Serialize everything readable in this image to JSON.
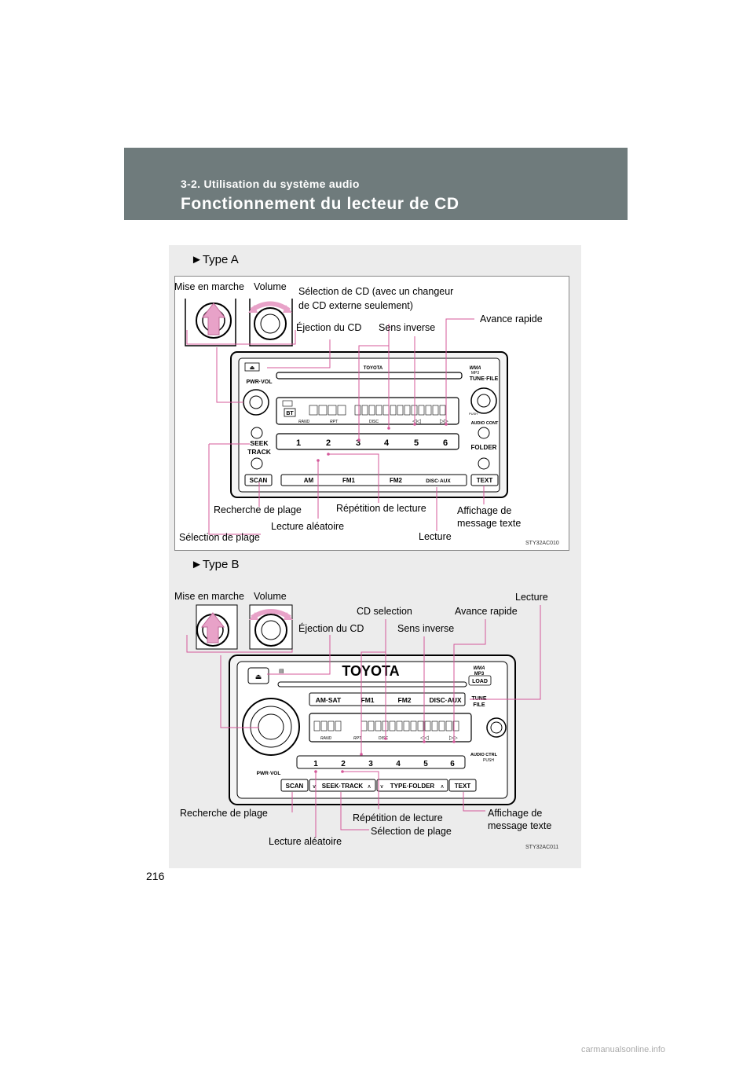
{
  "header": {
    "section": "3-2. Utilisation du système audio",
    "title": "Fonctionnement du lecteur de CD"
  },
  "page_number": "216",
  "footer_site": "carmanualsonline.info",
  "type_a": {
    "label": "►Type A",
    "code": "STY32AC010",
    "labels": {
      "power": "Mise en marche",
      "volume": "Volume",
      "cd_select_1": "Sélection de CD (avec un changeur",
      "cd_select_2": "de CD externe seulement)",
      "eject": "Éjection du CD",
      "reverse": "Sens inverse",
      "fast_forward": "Avance rapide",
      "track_search": "Recherche de plage",
      "repeat": "Répétition de lecture",
      "text_display_1": "Affichage de",
      "text_display_2": "message texte",
      "random": "Lecture aléatoire",
      "track_select": "Sélection de plage",
      "play": "Lecture"
    },
    "unit": {
      "brand": "TOYOTA",
      "wma": "WMA",
      "mp3": "MP3",
      "pwr_vol": "PWR·VOL",
      "tune_file": "TUNE·FILE",
      "seek": "SEEK",
      "track": "TRACK",
      "audio_cont": "AUDIO CONT",
      "push": "PUSH",
      "folder": "FOLDER",
      "presets": [
        "1",
        "2",
        "3",
        "4",
        "5",
        "6"
      ],
      "scan": "SCAN",
      "am": "AM",
      "fm1": "FM1",
      "fm2": "FM2",
      "disc_aux": "DISC·AUX",
      "text": "TEXT",
      "rand": "RAND",
      "rpt": "RPT",
      "disc": "DISC"
    }
  },
  "type_b": {
    "label": "►Type B",
    "code": "STY32AC011",
    "labels": {
      "power": "Mise en marche",
      "volume": "Volume",
      "play": "Lecture",
      "cd_selection": "CD selection",
      "fast_forward": "Avance rapide",
      "eject": "Éjection du CD",
      "reverse": "Sens inverse",
      "track_search": "Recherche de plage",
      "repeat": "Répétition de lecture",
      "text_display_1": "Affichage de",
      "text_display_2": "message texte",
      "track_select": "Sélection de plage",
      "random": "Lecture aléatoire"
    },
    "unit": {
      "brand": "TOYOTA",
      "wma": "WMA",
      "mp3": "MP3",
      "load": "LOAD",
      "am_sat": "AM·SAT",
      "fm1": "FM1",
      "fm2": "FM2",
      "disc_aux": "DISC·AUX",
      "tune": "TUNE",
      "file": "FILE",
      "presets": [
        "1",
        "2",
        "3",
        "4",
        "5",
        "6"
      ],
      "audio_ctrl": "AUDIO CTRL",
      "push": "PUSH",
      "pwr_vol": "PWR·VOL",
      "scan": "SCAN",
      "seek_track": "SEEK·TRACK",
      "type_folder": "TYPE·FOLDER",
      "text": "TEXT",
      "rand": "RAND",
      "rpt": "RPT",
      "disc": "DISC"
    }
  },
  "colors": {
    "header_bg": "#6f7b7c",
    "panel_bg": "#ececec",
    "leader": "#d4589a",
    "arrow": "#e8a2c8"
  }
}
